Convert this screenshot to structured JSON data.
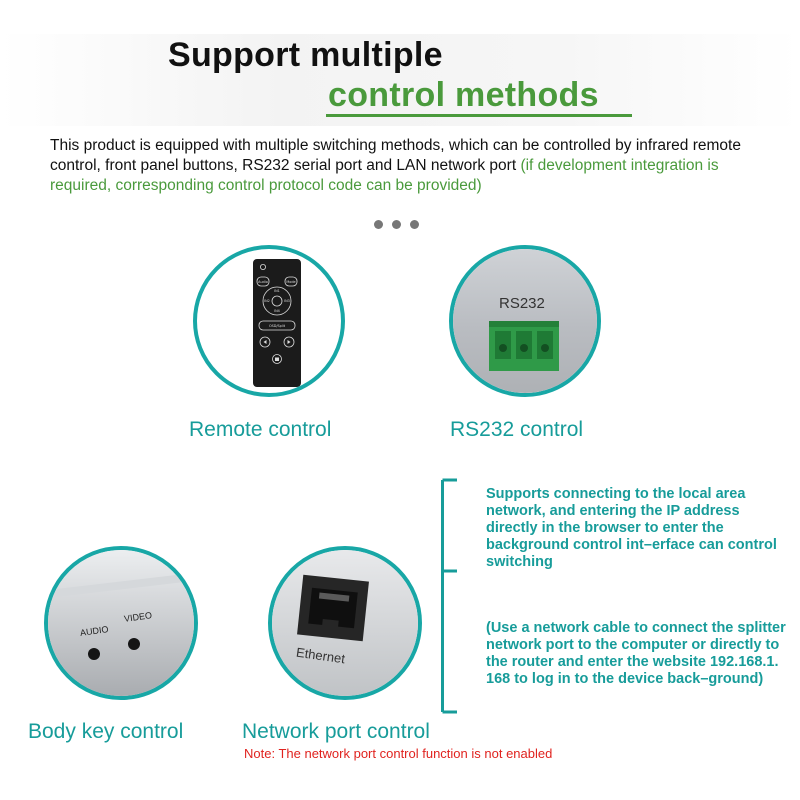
{
  "header": {
    "title_line1": "Support multiple",
    "title_line2": "control methods"
  },
  "intro": {
    "text_main": "This product is equipped with multiple switching methods, which can be controlled by infrared remote control, front panel buttons, RS232 serial port and LAN network port ",
    "text_green": "(if development integration is required, corresponding control protocol code can be provided)"
  },
  "methods": {
    "remote": {
      "label": "Remote control",
      "buttons": {
        "audio": "Audio",
        "mode": "Mode",
        "in1": "IN1",
        "in2": "IN2",
        "in3": "IN3",
        "in4": "IN4",
        "split": "OSD/Split"
      }
    },
    "rs232": {
      "label": "RS232 control",
      "panel_text": "RS232"
    },
    "body_key": {
      "label": "Body key control",
      "audio_text": "AUDIO",
      "video_text": "VIDEO"
    },
    "network": {
      "label": "Network port control",
      "port_text": "Ethernet",
      "note": "Note: The network port control function is not enabled"
    }
  },
  "callouts": {
    "first": "Supports connecting to the local area network, and entering the IP address directly in the browser to enter the background control int–erface can control switching",
    "second": "(Use a network cable to connect the splitter network port to the computer or directly to the router and enter the website 192.168.1. 168 to log in to the device back–ground)"
  },
  "colors": {
    "accent_teal": "#179c9a",
    "accent_green": "#4a9a3c",
    "note_red": "#e0231f",
    "terminal_green": "#2f9a48"
  },
  "icons": {
    "dots": "pagination-dots-icon",
    "remote": "remote-control-icon",
    "rs232": "terminal-block-icon",
    "body": "audio-video-buttons-icon",
    "network": "ethernet-port-icon"
  }
}
